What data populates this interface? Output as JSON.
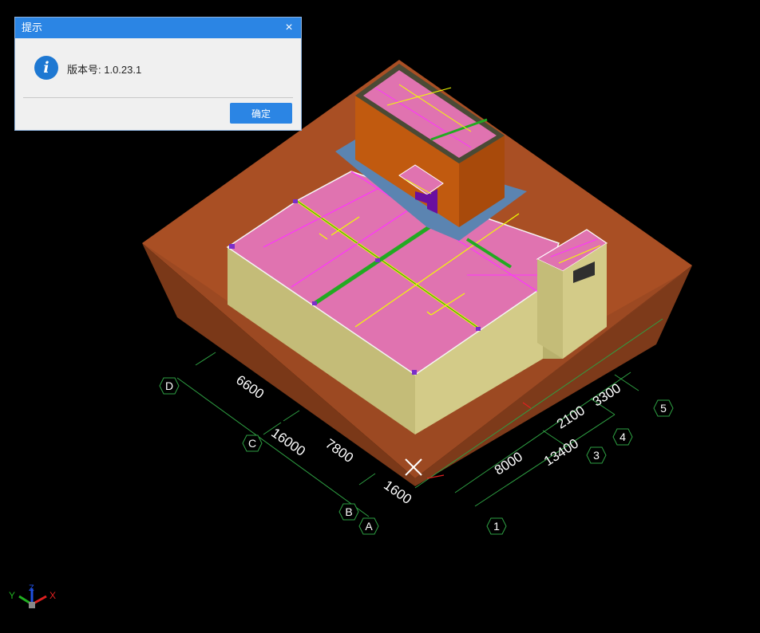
{
  "dialog": {
    "title": "提示",
    "close_glyph": "×",
    "message": "版本号: 1.0.23.1",
    "icon_glyph": "i",
    "icon": "info-icon",
    "ok_label": "确定"
  },
  "axes_left": {
    "labels": [
      "D",
      "C",
      "B",
      "A"
    ],
    "dims": [
      "6600",
      "16000",
      "7800",
      "1600"
    ]
  },
  "axes_right": {
    "labels": [
      "1",
      "3",
      "4",
      "5"
    ],
    "dims": [
      "8000",
      "13400",
      "2100",
      "3300"
    ]
  },
  "triad": {
    "x": "X",
    "y": "Y",
    "z": "Z"
  },
  "colors": {
    "background": "#000000",
    "dialog_accent": "#2b85e4",
    "excavation": "#a94f24",
    "wall": "#c4bc78",
    "slab": "#e073b0",
    "grid_line": "#2ea043"
  }
}
